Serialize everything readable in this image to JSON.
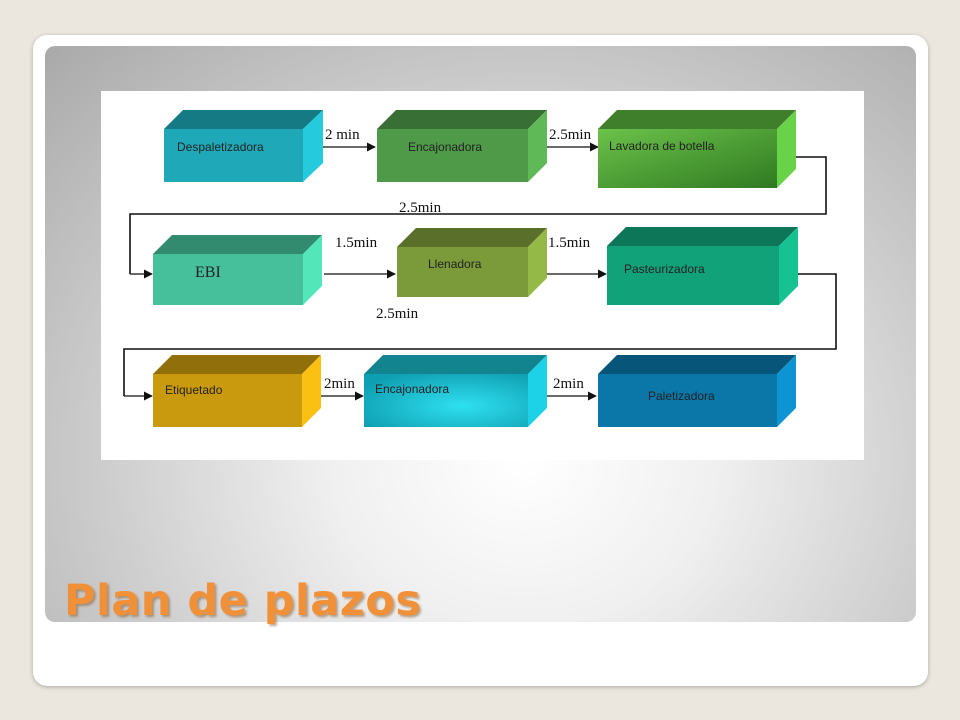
{
  "slide": {
    "title": "Plan de plazos"
  },
  "flow": {
    "boxes": [
      {
        "id": "despaletizadora",
        "label": "Despaletizadora",
        "color": "#1fa9b8"
      },
      {
        "id": "encajonadora-1",
        "label": "Encajonadora",
        "color": "#4e9a48"
      },
      {
        "id": "lavadora",
        "label": "Lavadora de botella",
        "color": "#57b03c"
      },
      {
        "id": "ebi",
        "label": "EBI",
        "color": "#45c09a"
      },
      {
        "id": "llenadora",
        "label": "Llenadora",
        "color": "#7b9a3a"
      },
      {
        "id": "pasteurizadora",
        "label": "Pasteurizadora",
        "color": "#12a27a"
      },
      {
        "id": "etiquetado",
        "label": "Etiquetado",
        "color": "#c99a0e"
      },
      {
        "id": "encajonadora-2",
        "label": "Encajonadora",
        "color": "#19b7c8"
      },
      {
        "id": "paletizadora",
        "label": "Paletizadora",
        "color": "#0a77a8"
      }
    ],
    "times": {
      "t1": "2 min",
      "t2": "2.5min",
      "t3": "2.5min",
      "t4": "1.5min",
      "t5": "1.5min",
      "t6": "2.5min",
      "t7": "2min",
      "t8": "2min"
    }
  }
}
